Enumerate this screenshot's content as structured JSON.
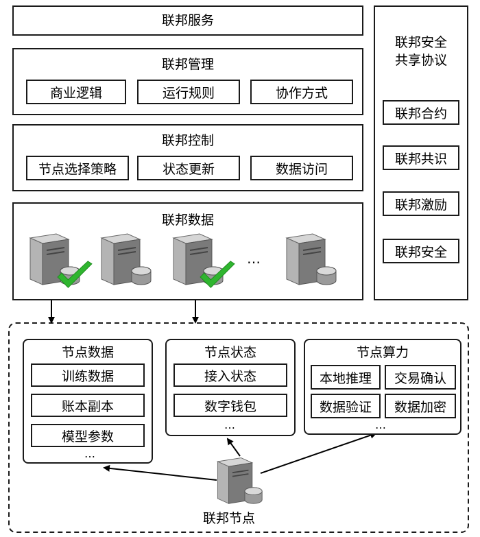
{
  "service": {
    "title": "联邦服务"
  },
  "management": {
    "title": "联邦管理",
    "items": [
      "商业逻辑",
      "运行规则",
      "协作方式"
    ]
  },
  "control": {
    "title": "联邦控制",
    "items": [
      "节点选择策略",
      "状态更新",
      "数据访问"
    ]
  },
  "data": {
    "title": "联邦数据",
    "ellipsis": "…"
  },
  "protocol": {
    "title_line1": "联邦安全",
    "title_line2": "共享协议",
    "items": [
      "联邦合约",
      "联邦共识",
      "联邦激励",
      "联邦安全"
    ]
  },
  "node_data": {
    "title": "节点数据",
    "items": [
      "训练数据",
      "账本副本",
      "模型参数"
    ],
    "ellipsis": "…"
  },
  "node_state": {
    "title": "节点状态",
    "items": [
      "接入状态",
      "数字钱包"
    ],
    "ellipsis": "…"
  },
  "node_compute": {
    "title": "节点算力",
    "items": [
      "本地推理",
      "交易确认",
      "数据验证",
      "数据加密"
    ],
    "ellipsis": "…"
  },
  "node": {
    "label": "联邦节点"
  },
  "colors": {
    "check": "#2fb52f",
    "server_front": "#7d7d7d",
    "server_side": "#a9a9a9",
    "server_top": "#d4d4d4",
    "stroke": "#1a1a1a"
  }
}
